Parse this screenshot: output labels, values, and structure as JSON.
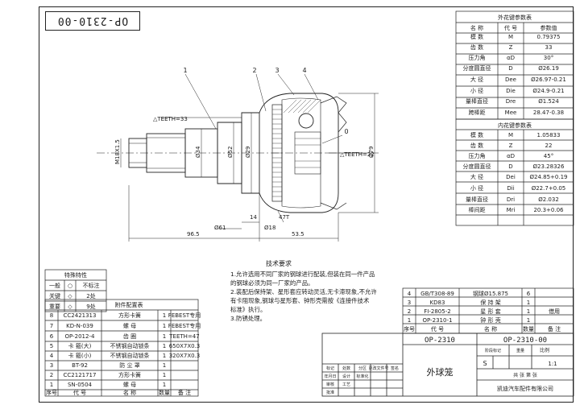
{
  "corner_code": "OP-2310-00",
  "spline_outer": {
    "title": "外花键参数表",
    "headers": [
      "名 称",
      "代 号",
      "参数值"
    ],
    "rows": [
      [
        "模  数",
        "M",
        "0.79375"
      ],
      [
        "齿  数",
        "Z",
        "33"
      ],
      [
        "压力角",
        "αD",
        "30°"
      ],
      [
        "分度圆直径",
        "D",
        "Ø26.19"
      ],
      [
        "大  径",
        "Dee",
        "Ø26.97-0.21"
      ],
      [
        "小  径",
        "Die",
        "Ø24.9-0.21"
      ],
      [
        "量棒直径",
        "Dre",
        "Ø1.524"
      ],
      [
        "跨棒距",
        "Mee",
        "28.47-0.38"
      ]
    ]
  },
  "spline_inner": {
    "title": "内花键参数表",
    "rows": [
      [
        "模  数",
        "M",
        "1.05833"
      ],
      [
        "齿  数",
        "Z",
        "22"
      ],
      [
        "压力角",
        "αD",
        "45°"
      ],
      [
        "分度圆直径",
        "D",
        "Ø23.28326"
      ],
      [
        "大  径",
        "Dei",
        "Ø24.85+0.19"
      ],
      [
        "小  径",
        "Dii",
        "Ø22.7+0.05"
      ],
      [
        "量棒直径",
        "Dri",
        "Ø2.032"
      ],
      [
        "棒间距",
        "Mri",
        "20.3+0.06"
      ]
    ]
  },
  "drawing": {
    "callouts": [
      "1",
      "2",
      "3",
      "4",
      "0"
    ],
    "teeth_labels": [
      "△TEETH=33",
      "△TEETH=22"
    ],
    "thread_label": "M18X1.5",
    "dia_labels": [
      "Ø34",
      "Ø52",
      "Ø29",
      "Ø79"
    ],
    "dim_labels": [
      "14",
      "Ø18",
      "Ø61",
      "47T",
      "96.5",
      "53.5"
    ]
  },
  "tech_req": {
    "title": "技术要求",
    "lines": [
      "1.允许选用不同厂家的钢球进行配装,但装在同一件产品",
      "  的钢球必须为同一厂家的产品。",
      "2.装配后保持架、星形套应转动灵活,无卡滞现象,不允许",
      "  有卡阻现象,钢球与星形套、钟形壳需按《连接件技术",
      "  标准》执行。",
      "3.防锈处理。"
    ]
  },
  "special_chars": {
    "title": "特殊特性",
    "rows": [
      [
        "一般",
        "○",
        "不标注"
      ],
      [
        "关键",
        "◇",
        "2处"
      ],
      [
        "重要",
        "◇",
        "9处"
      ]
    ]
  },
  "attachments": {
    "title": "附件配置表",
    "headers": [
      "序号",
      "代  号",
      "名  称",
      "数量",
      "备  注"
    ],
    "rows": [
      [
        "8",
        "CC2421313",
        "方形卡簧",
        "1",
        "FEBEST专用"
      ],
      [
        "7",
        "KD-N-039",
        "螺  母",
        "1",
        "FEBEST专用"
      ],
      [
        "6",
        "OP-2012-4",
        "齿  圈",
        "1",
        "TEETH=47"
      ],
      [
        "5",
        "卡 箍(大)",
        "不锈钢自动锁条",
        "1",
        "650X7X0.3"
      ],
      [
        "4",
        "卡 箍(小)",
        "不锈钢自动锁条",
        "1",
        "320X7X0.3"
      ],
      [
        "3",
        "BT-92",
        "防 尘 罩",
        "1",
        ""
      ],
      [
        "2",
        "CC2121717",
        "方形卡簧",
        "1",
        ""
      ],
      [
        "1",
        "SN-0504",
        "螺  母",
        "1",
        ""
      ]
    ]
  },
  "bom": {
    "rows": [
      [
        "4",
        "GB/T308-89",
        "钢球Ø15.875",
        "6",
        ""
      ],
      [
        "3",
        "KD83",
        "保 持 架",
        "1",
        ""
      ],
      [
        "2",
        "FI-2805-2",
        "星 形 套",
        "1",
        "借用"
      ],
      [
        "1",
        "OP-2310-1",
        "钟 形 壳",
        "1",
        ""
      ]
    ],
    "headers": [
      "序号",
      "代  号",
      "名  称",
      "数量",
      "备  注"
    ]
  },
  "title_block": {
    "code_left": "OP-2310",
    "code_right": "OP-2310-00",
    "part_name": "外球笼",
    "scale_label": "比例",
    "scale": "1:1",
    "sheet_label": "共 张  第 张",
    "company": "凯迪汽车配件有限公司",
    "grid_labels": [
      "标记",
      "处数",
      "分区",
      "更改文件号",
      "签名",
      "年月日",
      "设计",
      "标准化",
      "审核",
      "工艺",
      "批准",
      "阶段标记",
      "重量"
    ],
    "s_mark": "S"
  }
}
